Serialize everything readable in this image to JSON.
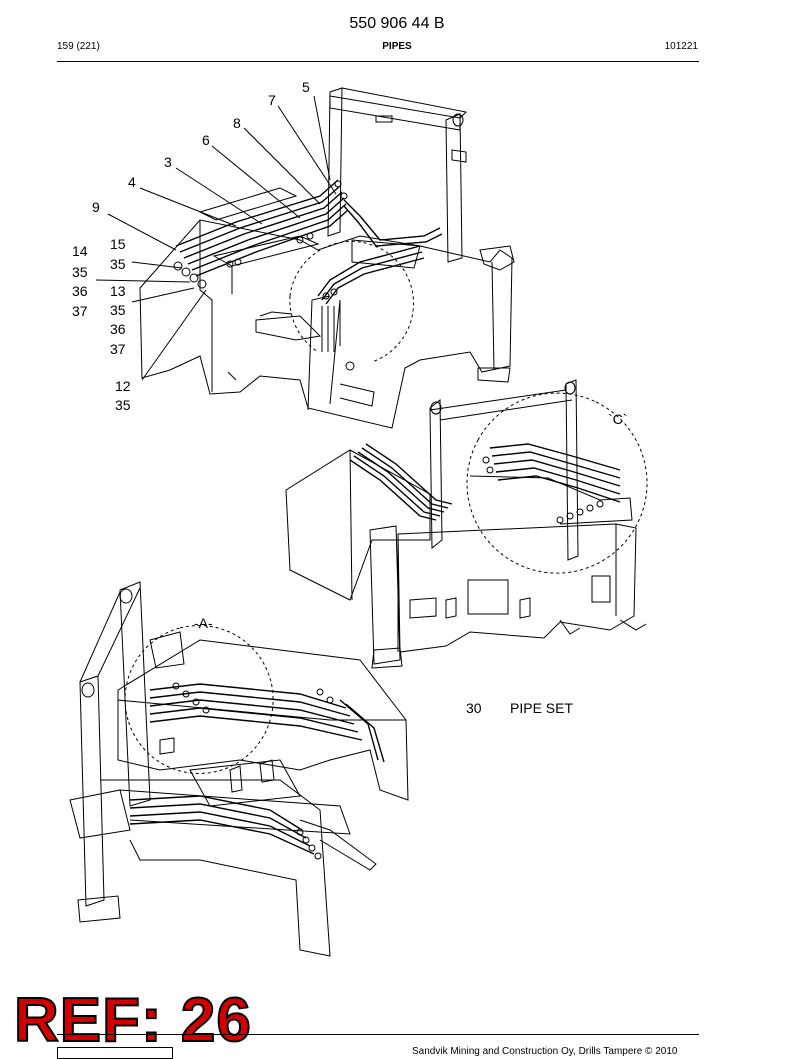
{
  "header": {
    "doc_number": "550 906 44 B",
    "page_counter": "159 (221)",
    "section_title": "PIPES",
    "date": "101221"
  },
  "callouts": {
    "c1": "5",
    "c2": "7",
    "c3": "8",
    "c4": "6",
    "c5": "3",
    "c6": "4",
    "c7": "9",
    "c8": "15",
    "c9": "35",
    "c10": "14",
    "c11": "35",
    "c12": "36",
    "c13": "37",
    "c14": "13",
    "c15": "35",
    "c16": "36",
    "c17": "37",
    "c18": "12",
    "c19": "35"
  },
  "details": {
    "a": "A",
    "c": "C"
  },
  "parts": {
    "qty": "30",
    "name": "PIPE SET"
  },
  "stamp": "REF: 26",
  "footer": {
    "copyright": "Sandvik Mining and Construction Oy, Drills Tampere © 2010"
  }
}
